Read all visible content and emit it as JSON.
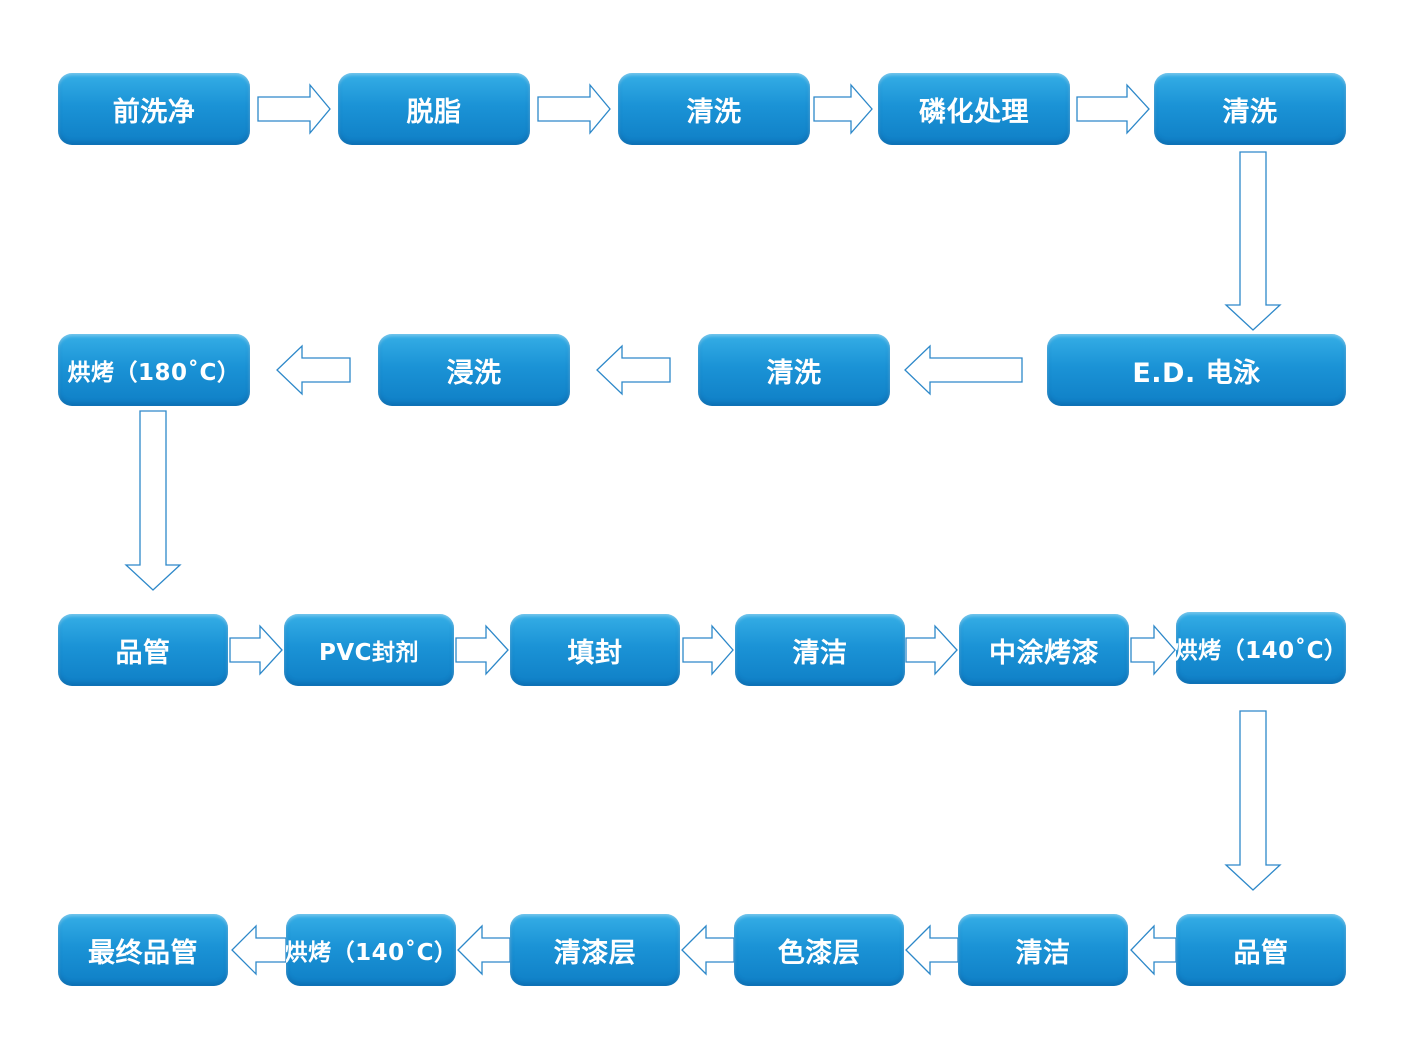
{
  "nodes": {
    "r1": [
      "前洗净",
      "脱脂",
      "清洗",
      "磷化处理",
      "清洗"
    ],
    "r2": [
      "烘烤（180˚C）",
      "浸洗",
      "清洗",
      "E.D. 电泳"
    ],
    "r3": [
      "品管",
      "PVC封剂",
      "填封",
      "清洁",
      "中涂烤漆",
      "烘烤（140˚C）"
    ],
    "r4": [
      "最终品管",
      "烘烤（140˚C）",
      "清漆层",
      "色漆层",
      "清洁",
      "品管"
    ]
  },
  "colors": {
    "node_fill": "#1b93d6",
    "arrow_stroke": "#2d88c9",
    "text": "#ffffff"
  }
}
